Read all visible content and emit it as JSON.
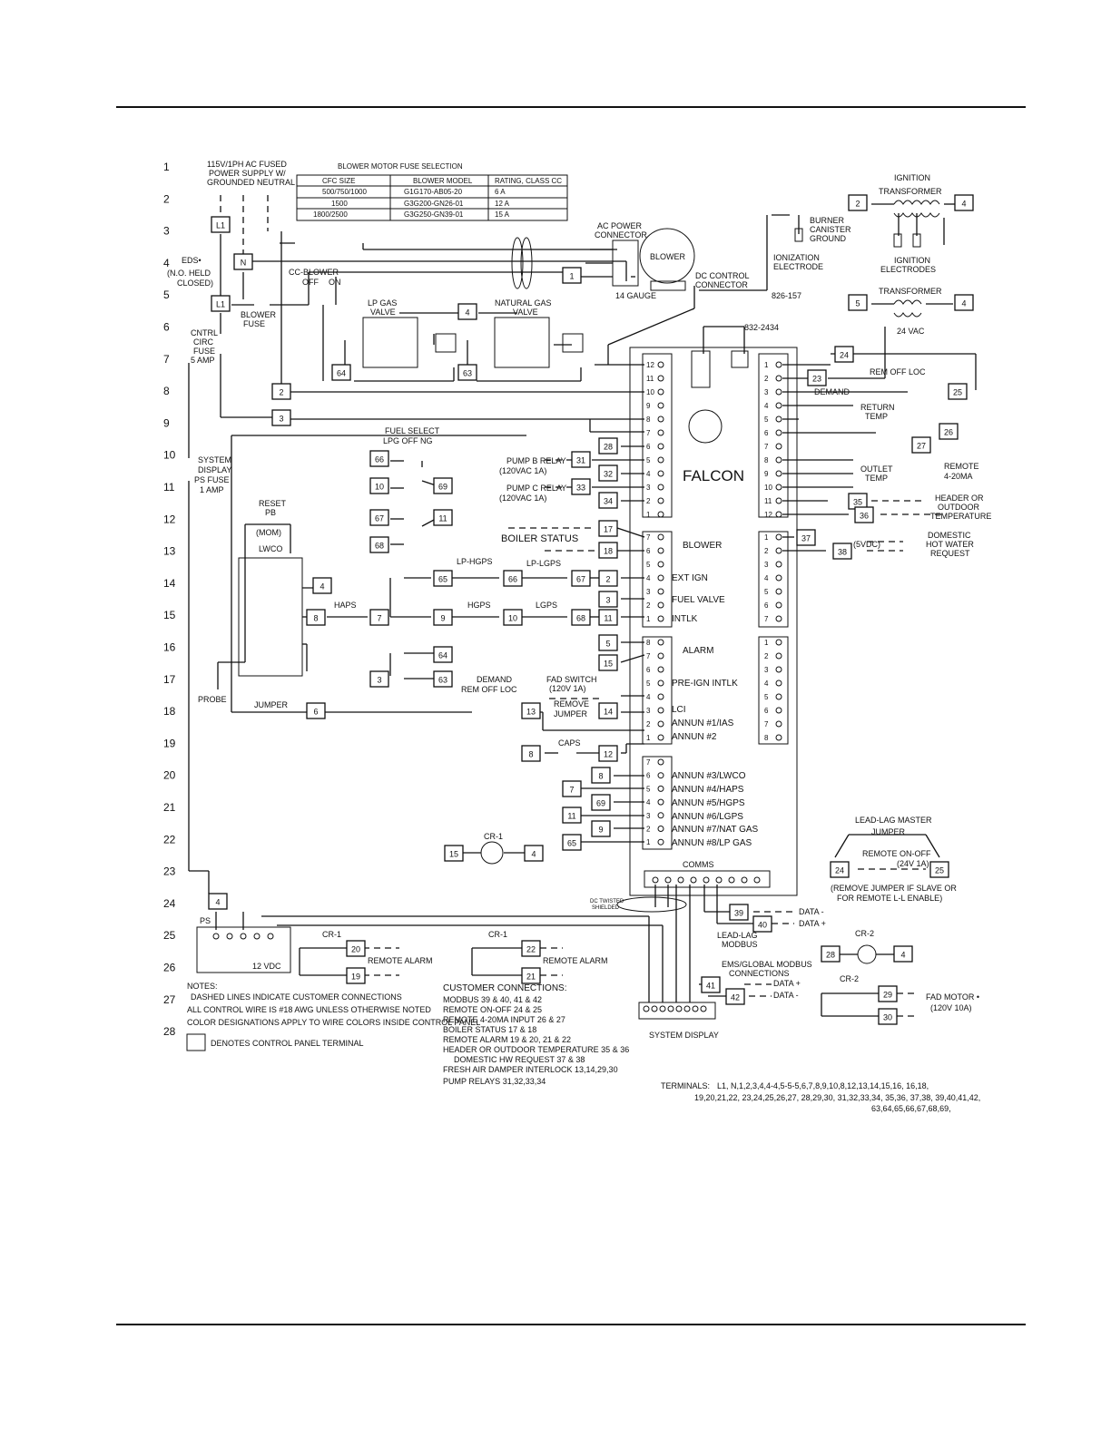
{
  "row_numbers": [
    "1",
    "2",
    "3",
    "4",
    "5",
    "6",
    "7",
    "8",
    "9",
    "10",
    "11",
    "12",
    "13",
    "14",
    "15",
    "16",
    "17",
    "18",
    "19",
    "20",
    "21",
    "22",
    "23",
    "24",
    "25",
    "26",
    "27",
    "28"
  ],
  "fuse_table": {
    "title": "BLOWER MOTOR FUSE SELECTION",
    "headers": [
      "CFC SIZE",
      "BLOWER MODEL",
      "RATING, CLASS CC"
    ],
    "rows": [
      [
        "500/750/1000",
        "G1G170-AB05-20",
        "6 A"
      ],
      [
        "1500",
        "G3G200-GN26-01",
        "12 A"
      ],
      [
        "1800/2500",
        "G3G250-GN39-01",
        "15 A"
      ]
    ]
  },
  "labels": {
    "power_supply": [
      "115V/1PH AC FUSED",
      "POWER SUPPLY W/",
      "GROUNDED NEUTRAL"
    ],
    "eds": "EDS•",
    "eds_note": [
      "(N.O. HELD",
      "CLOSED)"
    ],
    "cc_blower": "CC-BLOWER",
    "off": "OFF",
    "on": "ON",
    "blower_fuse": [
      "BLOWER",
      "FUSE"
    ],
    "cntrl_fuse": [
      "CNTRL",
      "CIRC",
      "FUSE",
      "5 AMP"
    ],
    "lp_valve": [
      "LP GAS",
      "VALVE"
    ],
    "nat_valve": [
      "NATURAL GAS",
      "VALVE"
    ],
    "ac_conn": [
      "AC POWER",
      "CONNECTOR"
    ],
    "blower": "BLOWER",
    "dc_conn": [
      "DC CONTROL",
      "CONNECTOR"
    ],
    "gauge": "14 GAUGE",
    "burner": [
      "BURNER",
      "CANISTER",
      "GROUND"
    ],
    "ion": [
      "IONIZATION",
      "ELECTRODE"
    ],
    "ign_trans": [
      "IGNITION",
      "TRANSFORMER"
    ],
    "ign_elec": [
      "IGNITION",
      "ELECTRODES"
    ],
    "transformer": "TRANSFORMER",
    "vac24": "24 VAC",
    "p826": "826-157",
    "p832": "832-2434",
    "falcon": "FALCON",
    "fuel_select": [
      "FUEL SELECT",
      "LPG  OFF  NG"
    ],
    "pump_b": [
      "PUMP B RELAY",
      "(120VAC 1A)"
    ],
    "pump_c": [
      "PUMP C RELAY",
      "(120VAC 1A)"
    ],
    "boiler_status": "BOILER STATUS",
    "reset": [
      "RESET",
      "PB"
    ],
    "mom": "(MOM)",
    "lwco": "LWCO",
    "system_display_fuse": [
      "SYSTEM",
      "DISPLAY",
      "PS FUSE",
      "1 AMP"
    ],
    "probe": "PROBE",
    "jumper": "JUMPER",
    "demand": [
      "DEMAND",
      "REM  OFF  LOC"
    ],
    "fad_switch": [
      "FAD SWITCH",
      "(120V 1A)"
    ],
    "remove_jumper": [
      "REMOVE",
      "JUMPER"
    ],
    "caps": "CAPS",
    "haps": "HAPS",
    "lp_hgps": "LP-HGPS",
    "lp_lgps": "LP-LGPS",
    "hgps": "HGPS",
    "lgps": "LGPS",
    "j4_labels": [
      "BLOWER",
      "EXT IGN",
      "FUEL VALVE",
      "INTLK"
    ],
    "j6_labels": [
      "ALARM",
      "PRE-IGN INTLK",
      "LCI",
      "ANNUN #1/IAS",
      "ANNUN #2"
    ],
    "j7_labels": [
      "ANNUN #3/LWCO",
      "ANNUN #4/HAPS",
      "ANNUN #5/HGPS",
      "ANNUN #6/LGPS",
      "ANNUN #7/NAT GAS",
      "ANNUN #8/LP GAS"
    ],
    "comms": "COMMS",
    "return_temp": [
      "RETURN",
      "TEMP"
    ],
    "outlet_temp": [
      "OUTLET",
      "TEMP"
    ],
    "remote_420": [
      "REMOTE",
      "4-20MA"
    ],
    "header_outdoor": [
      "HEADER OR",
      "OUTDOOR",
      "TEMPERATURE"
    ],
    "domestic": [
      "DOMESTIC",
      "HOT WATER",
      "REQUEST"
    ],
    "demand_right": [
      "DEMAND",
      "REM  OFF  LOC"
    ],
    "vdc5": "(5VDC)",
    "lead_lag_master": [
      "LEAD-LAG MASTER",
      "JUMPER"
    ],
    "remote_onoff": "REMOTE ON-OFF",
    "v24_1a": "(24V 1A)",
    "remove_jumper_note": [
      "(REMOVE JUMPER IF SLAVE OR",
      "FOR REMOTE L-L ENABLE)"
    ],
    "data_minus": "DATA -",
    "data_plus": "DATA +",
    "lead_lag_modbus": [
      "LEAD-LAG",
      "MODBUS"
    ],
    "ems": [
      "EMS/GLOBAL MODBUS",
      "CONNECTIONS"
    ],
    "system_display": "SYSTEM DISPLAY",
    "cr1": "CR-1",
    "cr2": "CR-2",
    "remote_alarm": "REMOTE ALARM",
    "fad_motor": [
      "FAD MOTOR •",
      "(120V 10A)"
    ],
    "ps": "PS",
    "vdc12": "12 VDC",
    "twisted": [
      "DC TWISTED",
      "SHIELDED"
    ]
  },
  "notes": {
    "title": "NOTES:",
    "lines": [
      "DASHED LINES INDICATE CUSTOMER CONNECTIONS",
      "ALL CONTROL WIRE IS #18 AWG UNLESS OTHERWISE NOTED",
      "COLOR DESIGNATIONS APPLY TO WIRE COLORS INSIDE CONTROL PANEL"
    ],
    "legend": "DENOTES CONTROL PANEL TERMINAL"
  },
  "customer_connections": {
    "title": "CUSTOMER CONNECTIONS:",
    "lines": [
      "MODBUS  39 & 40, 41 & 42",
      "REMOTE ON-OFF  24 & 25",
      "REMOTE 4-20MA INPUT  26 & 27",
      "BOILER STATUS  17 & 18",
      "REMOTE ALARM  19 & 20, 21 & 22",
      "HEADER OR OUTDOOR TEMPERATURE  35 & 36",
      "DOMESTIC HW REQUEST  37 & 38",
      "FRESH AIR DAMPER INTERLOCK  13,14,29,30",
      "PUMP RELAYS  31,32,33,34"
    ]
  },
  "terminals": {
    "label": "TERMINALS:",
    "lines": [
      "L1,   N,1,2,3,4,4-4,5-5-5,6,7,8,9,10,8,12,13,14,15,16,   16,18,",
      "19,20,21,22,   23,24,25,26,27,   28,29,30,   31,32,33,34,   35,36,   37,38,   39,40,41,42,",
      "63,64,65,66,67,68,69,"
    ]
  }
}
